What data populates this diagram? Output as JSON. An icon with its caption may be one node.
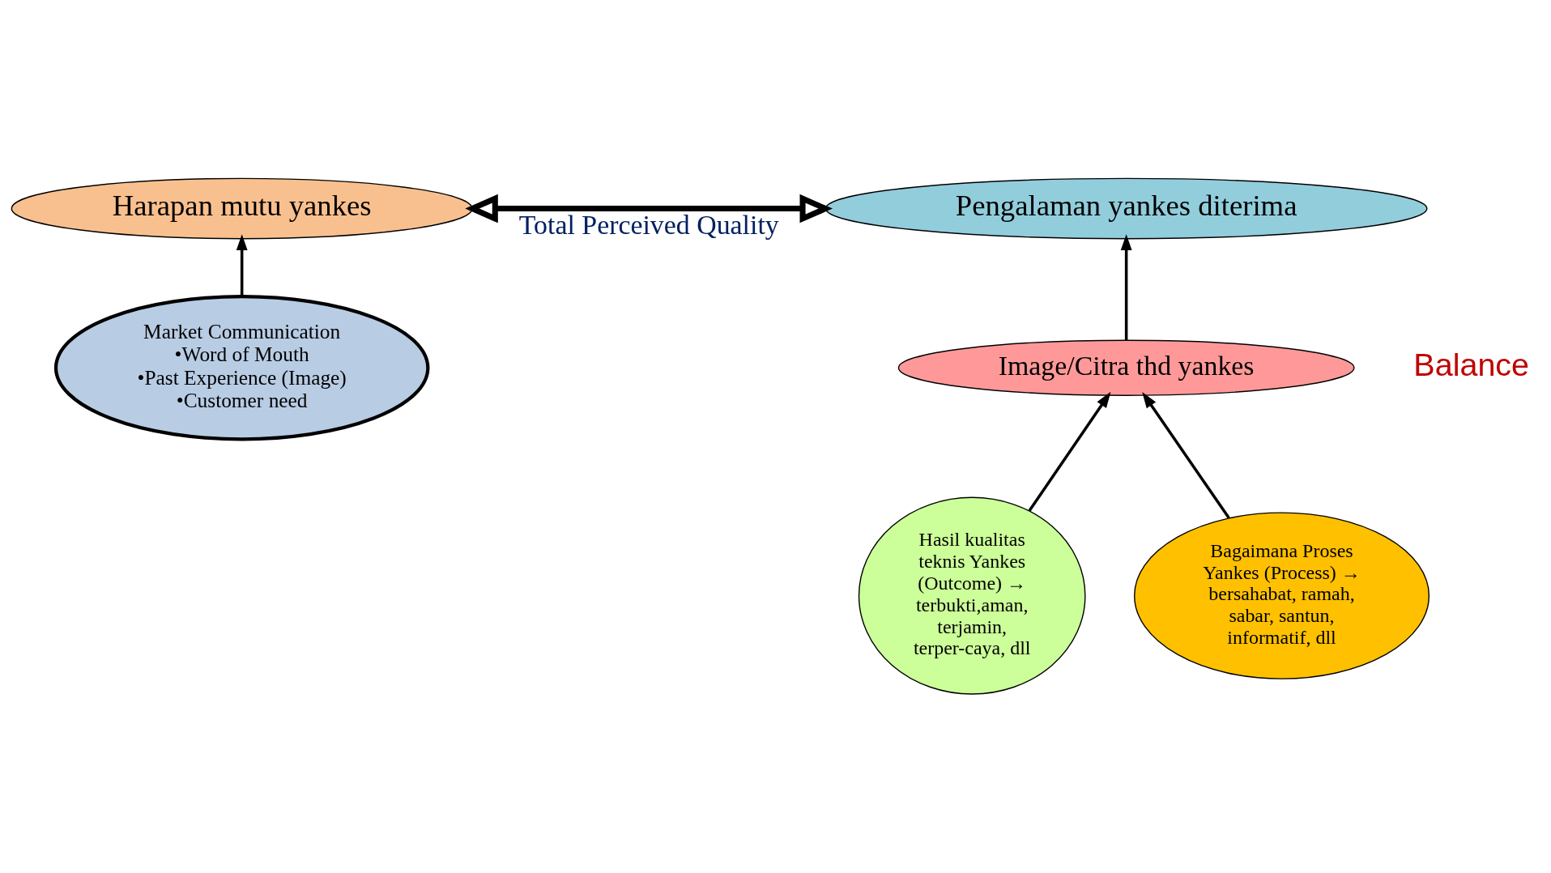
{
  "diagram": {
    "nodes": [
      {
        "text": [
          "Harapan mutu yankes"
        ]
      },
      {
        "text": [
          "Pengalaman yankes diterima"
        ]
      },
      {
        "text": [
          "Image/Citra thd yankes"
        ]
      },
      {
        "text": [
          "Market Communication",
          "•Word of Mouth",
          "•Past Experience (Image)",
          "•Customer need"
        ]
      },
      {
        "text": [
          "Hasil kualitas teknis Yankes (Outcome) → terbukti,aman, terjamin, terper-caya, dll"
        ]
      },
      {
        "text": [
          "Bagaimana Proses Yankes (Process) → bersahabat, ramah, sabar, santun, informatif, dll"
        ]
      }
    ],
    "edges": [
      {
        "from": 0,
        "to": 1,
        "arrow": "both",
        "label": "Total Perceived Quality",
        "style": "thick"
      },
      {
        "from": 3,
        "to": 0,
        "arrow": "to"
      },
      {
        "from": 2,
        "to": 1,
        "arrow": "to"
      },
      {
        "from": 4,
        "to": 2,
        "arrow": "to"
      },
      {
        "from": 5,
        "to": 2,
        "arrow": "to"
      }
    ],
    "labels": [
      "Balance"
    ]
  }
}
